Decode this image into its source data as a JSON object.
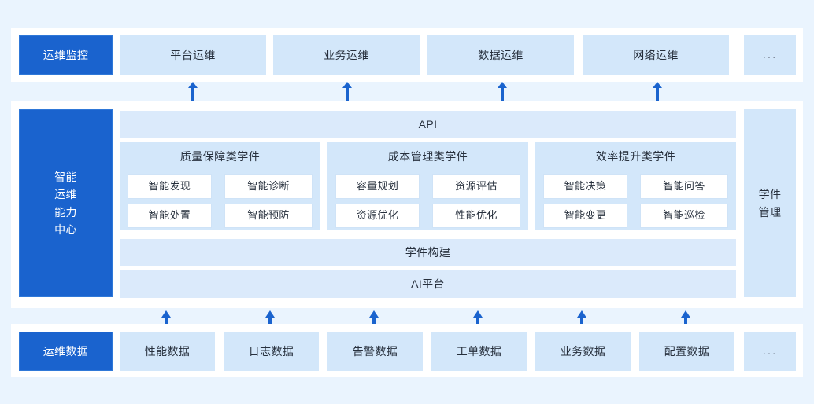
{
  "colors": {
    "page_background": "#eaf4fe",
    "panel": "#ffffff",
    "accent_blue": "#1a63ce",
    "light_blue": "#d3e7fa",
    "pale_blue": "#dbeafb",
    "text": "#27303d",
    "arrow": "#1a63ce"
  },
  "top_section": {
    "label_box": "运维监控",
    "items": [
      {
        "label": "平台运维"
      },
      {
        "label": "业务运维"
      },
      {
        "label": "数据运维"
      },
      {
        "label": "网络运维"
      },
      {
        "label": "..."
      }
    ]
  },
  "connectors_top": {
    "icon": "double-arrow-vertical-icon",
    "count": 4
  },
  "middle_section": {
    "left_label_lines": [
      "智能",
      "运维",
      "能力",
      "中心"
    ],
    "right_label_lines": [
      "学件",
      "管理"
    ],
    "api_bar": "API",
    "build_bar": "学件构建",
    "platform_bar": "AI平台",
    "groups": [
      {
        "title": "质量保障类学件",
        "cards": [
          "智能发现",
          "智能诊断",
          "智能处置",
          "智能预防"
        ]
      },
      {
        "title": "成本管理类学件",
        "cards": [
          "容量规划",
          "资源评估",
          "资源优化",
          "性能优化"
        ]
      },
      {
        "title": "效率提升类学件",
        "cards": [
          "智能决策",
          "智能问答",
          "智能变更",
          "智能巡检"
        ]
      }
    ]
  },
  "connectors_bottom": {
    "icon": "arrow-up-icon",
    "count": 6
  },
  "bottom_section": {
    "label_box": "运维数据",
    "items": [
      {
        "label": "性能数据"
      },
      {
        "label": "日志数据"
      },
      {
        "label": "告警数据"
      },
      {
        "label": "工单数据"
      },
      {
        "label": "业务数据"
      },
      {
        "label": "配置数据"
      },
      {
        "label": "..."
      }
    ]
  }
}
